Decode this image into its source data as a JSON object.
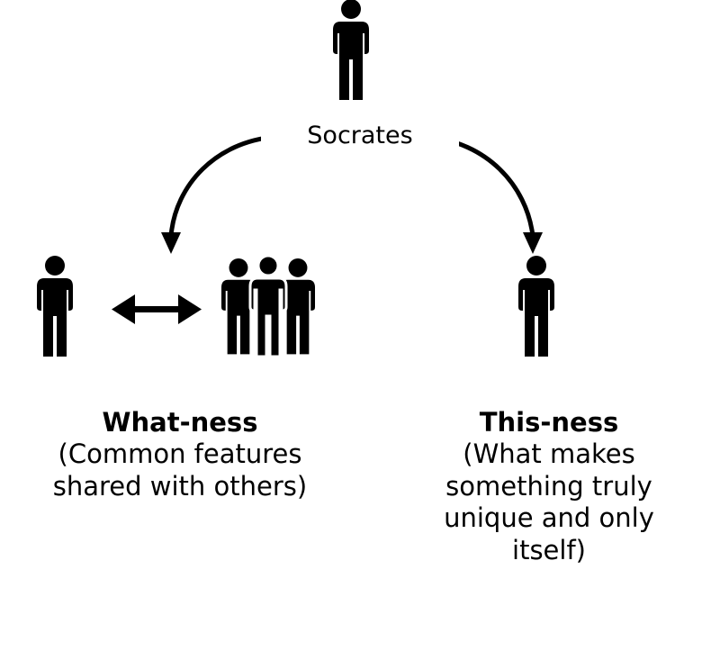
{
  "center": {
    "label": "Socrates",
    "figure_icon": "person-icon"
  },
  "left": {
    "title": "What-ness",
    "lines": [
      "(Common features",
      "shared with others)"
    ],
    "figure_icon": "person-icon",
    "group_icon": "group-of-people-icon",
    "link_icon": "double-headed-arrow-icon"
  },
  "right": {
    "title": "This-ness",
    "lines": [
      "(What makes",
      "something truly",
      "unique and only",
      "itself)"
    ],
    "figure_icon": "person-icon"
  },
  "colors": {
    "ink": "#000000",
    "background": "#ffffff"
  }
}
